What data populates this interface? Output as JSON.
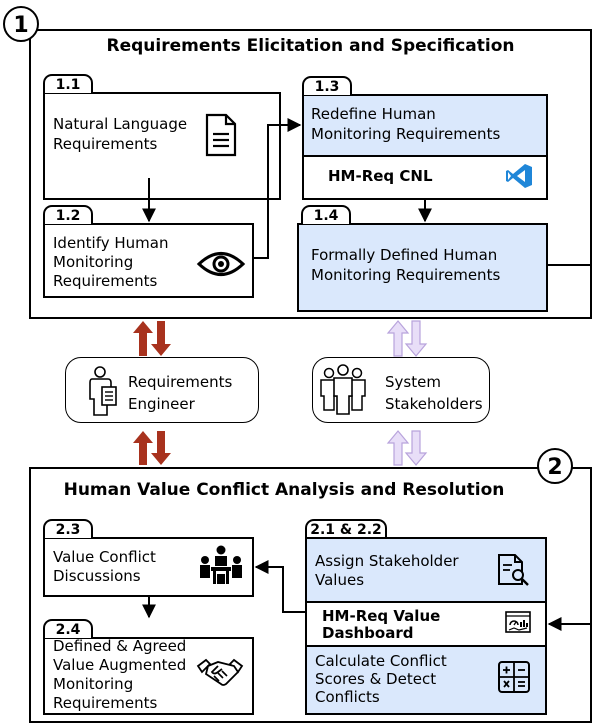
{
  "panel1": {
    "number": "1",
    "title": "Requirements Elicitation and Specification",
    "steps": {
      "s11": {
        "id": "1.1",
        "lines": [
          "Natural Language",
          "Requirements"
        ],
        "icon": "document-icon"
      },
      "s12": {
        "id": "1.2",
        "lines": [
          "Identify Human",
          "Monitoring",
          "Requirements"
        ],
        "icon": "eye-icon"
      },
      "s13": {
        "id": "1.3",
        "lines": [
          "Redefine Human",
          "Monitoring Requirements"
        ]
      },
      "cnl": {
        "label": "HM-Req CNL",
        "icon": "vscode-icon"
      },
      "s14": {
        "id": "1.4",
        "lines": [
          "Formally Defined Human",
          "Monitoring Requirements"
        ]
      }
    }
  },
  "roles": {
    "engineer": {
      "lines": [
        "Requirements",
        "Engineer"
      ],
      "icon": "engineer-icon"
    },
    "stakeholders": {
      "lines": [
        "System",
        "Stakeholders"
      ],
      "icon": "stakeholders-icon"
    }
  },
  "panel2": {
    "number": "2",
    "title": "Human Value Conflict Analysis and Resolution",
    "steps": {
      "s23": {
        "id": "2.3",
        "lines": [
          "Value Conflict",
          "Discussions"
        ],
        "icon": "meeting-icon"
      },
      "s24": {
        "id": "2.4",
        "lines": [
          "Defined & Agreed",
          "Value Augmented",
          "Monitoring",
          "Requirements"
        ],
        "icon": "handshake-icon"
      },
      "s2122": {
        "id": "2.1 & 2.2"
      },
      "assign": {
        "lines": [
          "Assign Stakeholder",
          "Values"
        ],
        "icon": "document-search-icon"
      },
      "dashboard": {
        "lines": [
          "HM-Req Value",
          "Dashboard"
        ],
        "icon": "dashboard-icon"
      },
      "calc": {
        "lines": [
          "Calculate Conflict",
          "Scores & Detect",
          "Conflicts"
        ],
        "icon": "calculator-icon"
      }
    }
  },
  "colors": {
    "arrow_dark_red": "#a8321e",
    "arrow_light_purple": "#cbb8e8",
    "step_blue": "#dae8fc"
  }
}
